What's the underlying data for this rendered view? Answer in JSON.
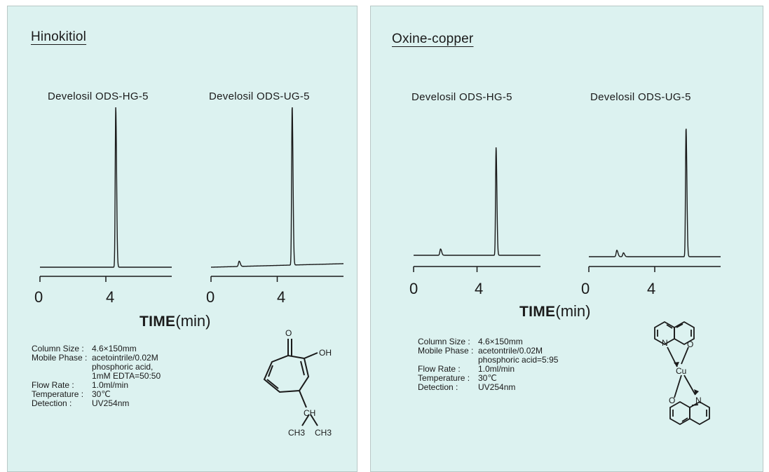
{
  "colors": {
    "panel_bg": "#dcf2f0",
    "ink": "#1a1a1a"
  },
  "panels": [
    {
      "title": "Hinokitiol",
      "time_label_main": "TIME",
      "time_label_unit": "(min)",
      "conditions": [
        {
          "key": "Column Size :",
          "lines": [
            "4.6×150mm"
          ]
        },
        {
          "key": "Mobile Phase :",
          "lines": [
            "acetointrile/0.02M",
            "phosphoric acid,",
            "1mM  EDTA=50:50"
          ]
        },
        {
          "key": "Flow Rate :",
          "lines": [
            "1.0ml/min"
          ]
        },
        {
          "key": "Temperature :",
          "lines": [
            "30℃"
          ]
        },
        {
          "key": "Detection :",
          "lines": [
            "UV254nm"
          ]
        }
      ],
      "structure": {
        "icon": "hinokitiol-structure-icon",
        "labels": {
          "o": "O",
          "oh": "OH",
          "ch": "CH",
          "ch3_left": "CH3",
          "ch3_right": "CH3"
        }
      }
    },
    {
      "title": "Oxine-copper",
      "time_label_main": "TIME",
      "time_label_unit": "(min)",
      "conditions": [
        {
          "key": "Column Size :",
          "lines": [
            "4.6×150mm"
          ]
        },
        {
          "key": "Mobile Phase :",
          "lines": [
            "acetontrile/0.02M",
            "phosphoric acid=5:95"
          ]
        },
        {
          "key": "Flow Rate :",
          "lines": [
            "1.0ml/min"
          ]
        },
        {
          "key": "Temperature :",
          "lines": [
            "30℃"
          ]
        },
        {
          "key": "Detection :",
          "lines": [
            "UV254nm"
          ]
        }
      ],
      "structure": {
        "icon": "oxine-copper-structure-icon",
        "labels": {
          "cu": "Cu",
          "n_top": "N",
          "o_top": "O",
          "o_bottom": "O",
          "n_bottom": "N"
        }
      }
    }
  ],
  "chart_data": [
    {
      "type": "line",
      "title": "Develosil ODS-HG-5",
      "xlabel": "TIME(min)",
      "x_ticks": [
        0,
        4
      ],
      "xlim": [
        0,
        8
      ],
      "series": [
        {
          "peaks": [
            {
              "x": 4.6,
              "height": 1.0
            }
          ],
          "baseline_rise": 0.0
        }
      ]
    },
    {
      "type": "line",
      "title": "Develosil ODS-UG-5",
      "xlabel": "TIME(min)",
      "x_ticks": [
        0,
        4
      ],
      "xlim": [
        0,
        8
      ],
      "series": [
        {
          "peaks": [
            {
              "x": 1.7,
              "height": 0.03
            },
            {
              "x": 4.9,
              "height": 0.9
            }
          ],
          "baseline_rise": 0.02
        }
      ]
    },
    {
      "type": "line",
      "title": "Develosil ODS-HG-5",
      "xlabel": "TIME(min)",
      "x_ticks": [
        0,
        4
      ],
      "xlim": [
        0,
        8
      ],
      "series": [
        {
          "peaks": [
            {
              "x": 1.7,
              "height": 0.05
            },
            {
              "x": 5.2,
              "height": 0.85
            }
          ],
          "baseline_rise": 0.0
        }
      ]
    },
    {
      "type": "line",
      "title": "Develosil ODS-UG-5",
      "xlabel": "TIME(min)",
      "x_ticks": [
        0,
        4
      ],
      "xlim": [
        0,
        8
      ],
      "series": [
        {
          "peaks": [
            {
              "x": 1.7,
              "height": 0.05
            },
            {
              "x": 2.1,
              "height": 0.03
            },
            {
              "x": 5.9,
              "height": 1.0
            }
          ],
          "baseline_rise": 0.0
        }
      ]
    }
  ]
}
